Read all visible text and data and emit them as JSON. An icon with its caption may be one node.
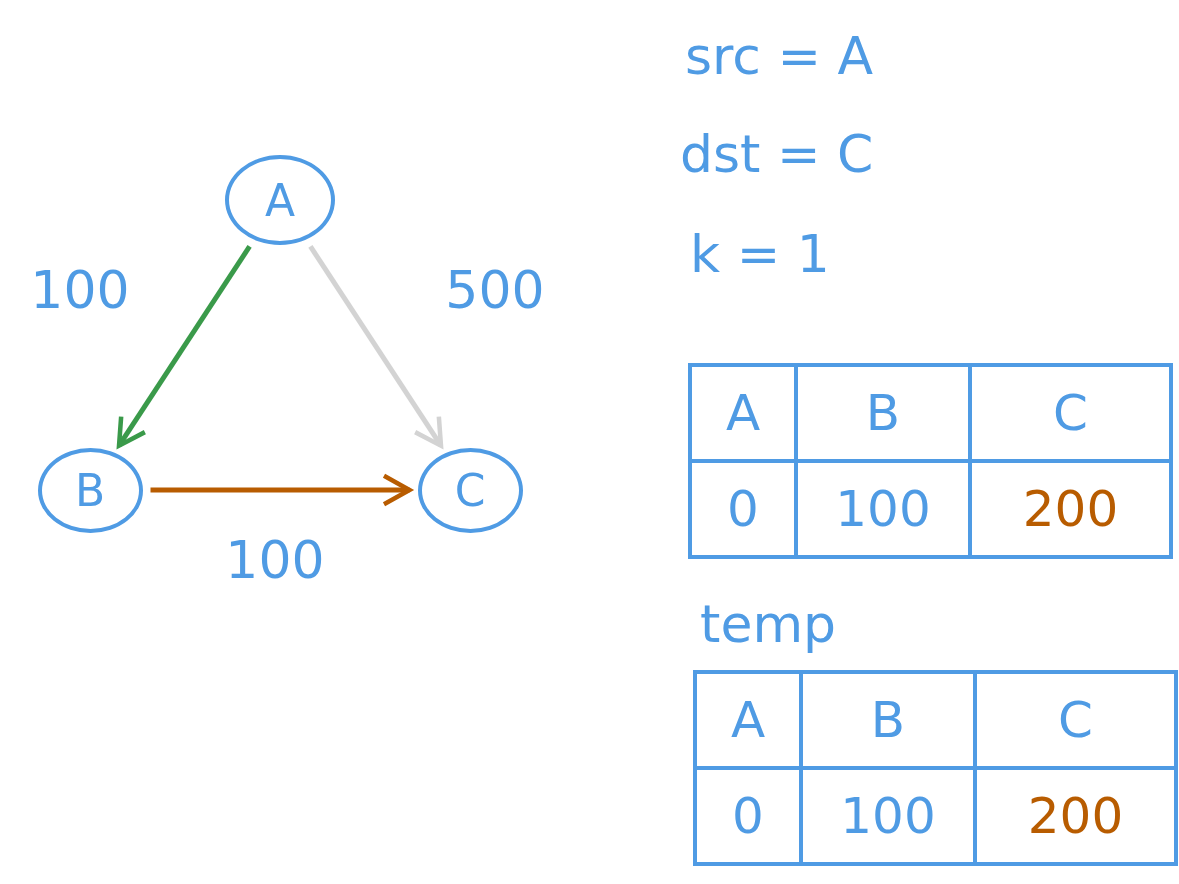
{
  "diagram": {
    "nodes": [
      {
        "text": [
          "A"
        ]
      },
      {
        "text": [
          "B"
        ]
      },
      {
        "text": [
          "C"
        ]
      }
    ],
    "edges": [
      {
        "from": 0,
        "to": 1,
        "arrow": "to",
        "label": "100",
        "color": "#3a9a4a"
      },
      {
        "from": 0,
        "to": 2,
        "arrow": "to",
        "label": "500",
        "color": "#d3d3d3"
      },
      {
        "from": 1,
        "to": 2,
        "arrow": "to",
        "label": "100",
        "color": "#b85c00"
      }
    ],
    "labels": [
      "src = A",
      "dst = C",
      "k = 1",
      "A",
      "B",
      "C",
      "0",
      "100",
      "200",
      "temp",
      "A",
      "B",
      "C",
      "0",
      "100",
      "200"
    ]
  }
}
